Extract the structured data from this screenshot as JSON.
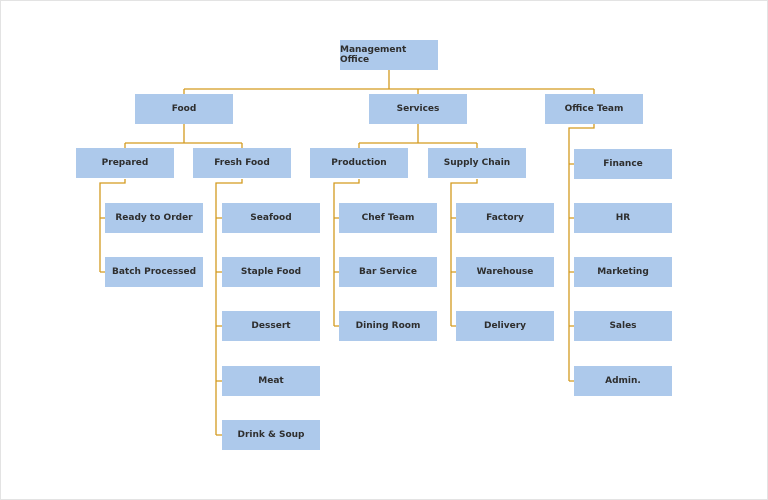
{
  "colors": {
    "box_fill": "#adc9eb",
    "connector": "#d39a1f",
    "text": "#2e2e2e"
  },
  "root": "Management Office",
  "departments": [
    {
      "label": "Food",
      "groups": [
        {
          "label": "Prepared",
          "items": [
            "Ready to Order",
            "Batch Processed"
          ]
        },
        {
          "label": "Fresh Food",
          "items": [
            "Seafood",
            "Staple Food",
            "Dessert",
            "Meat",
            "Drink & Soup"
          ]
        }
      ]
    },
    {
      "label": "Services",
      "groups": [
        {
          "label": "Production",
          "items": [
            "Chef Team",
            "Bar Service",
            "Dining Room"
          ]
        },
        {
          "label": "Supply Chain",
          "items": [
            "Factory",
            "Warehouse",
            "Delivery"
          ]
        }
      ]
    },
    {
      "label": "Office Team",
      "items": [
        "Finance",
        "HR",
        "Marketing",
        "Sales",
        "Admin."
      ]
    }
  ]
}
